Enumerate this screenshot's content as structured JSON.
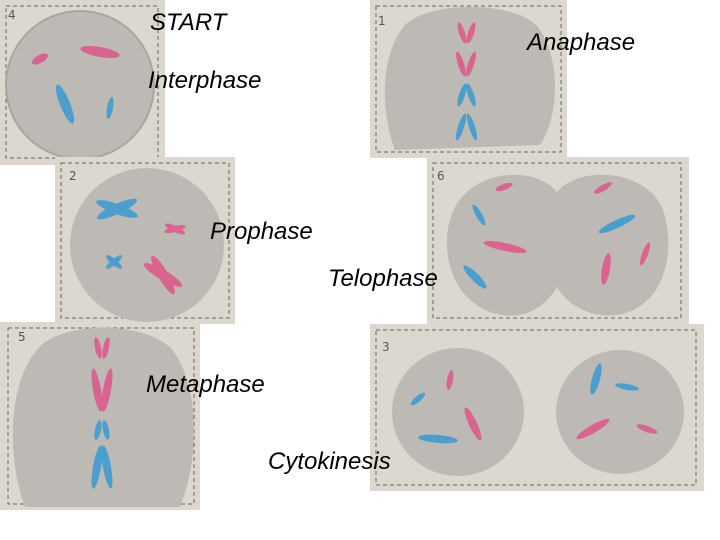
{
  "labels": {
    "start": "START",
    "interphase": "Interphase",
    "anaphase": "Anaphase",
    "prophase": "Prophase",
    "telophase": "Telophase",
    "metaphase": "Metaphase",
    "cytokinesis": "Cytokinesis"
  },
  "panel_numbers": {
    "interphase": "4",
    "anaphase": "1",
    "prophase": "2",
    "telophase": "6",
    "metaphase": "5",
    "cytokinesis": "3"
  },
  "colors": {
    "card": "#ddd8cf",
    "cell": "#bdbab5",
    "pink": "#d9648f",
    "blue": "#4a9fcf"
  }
}
